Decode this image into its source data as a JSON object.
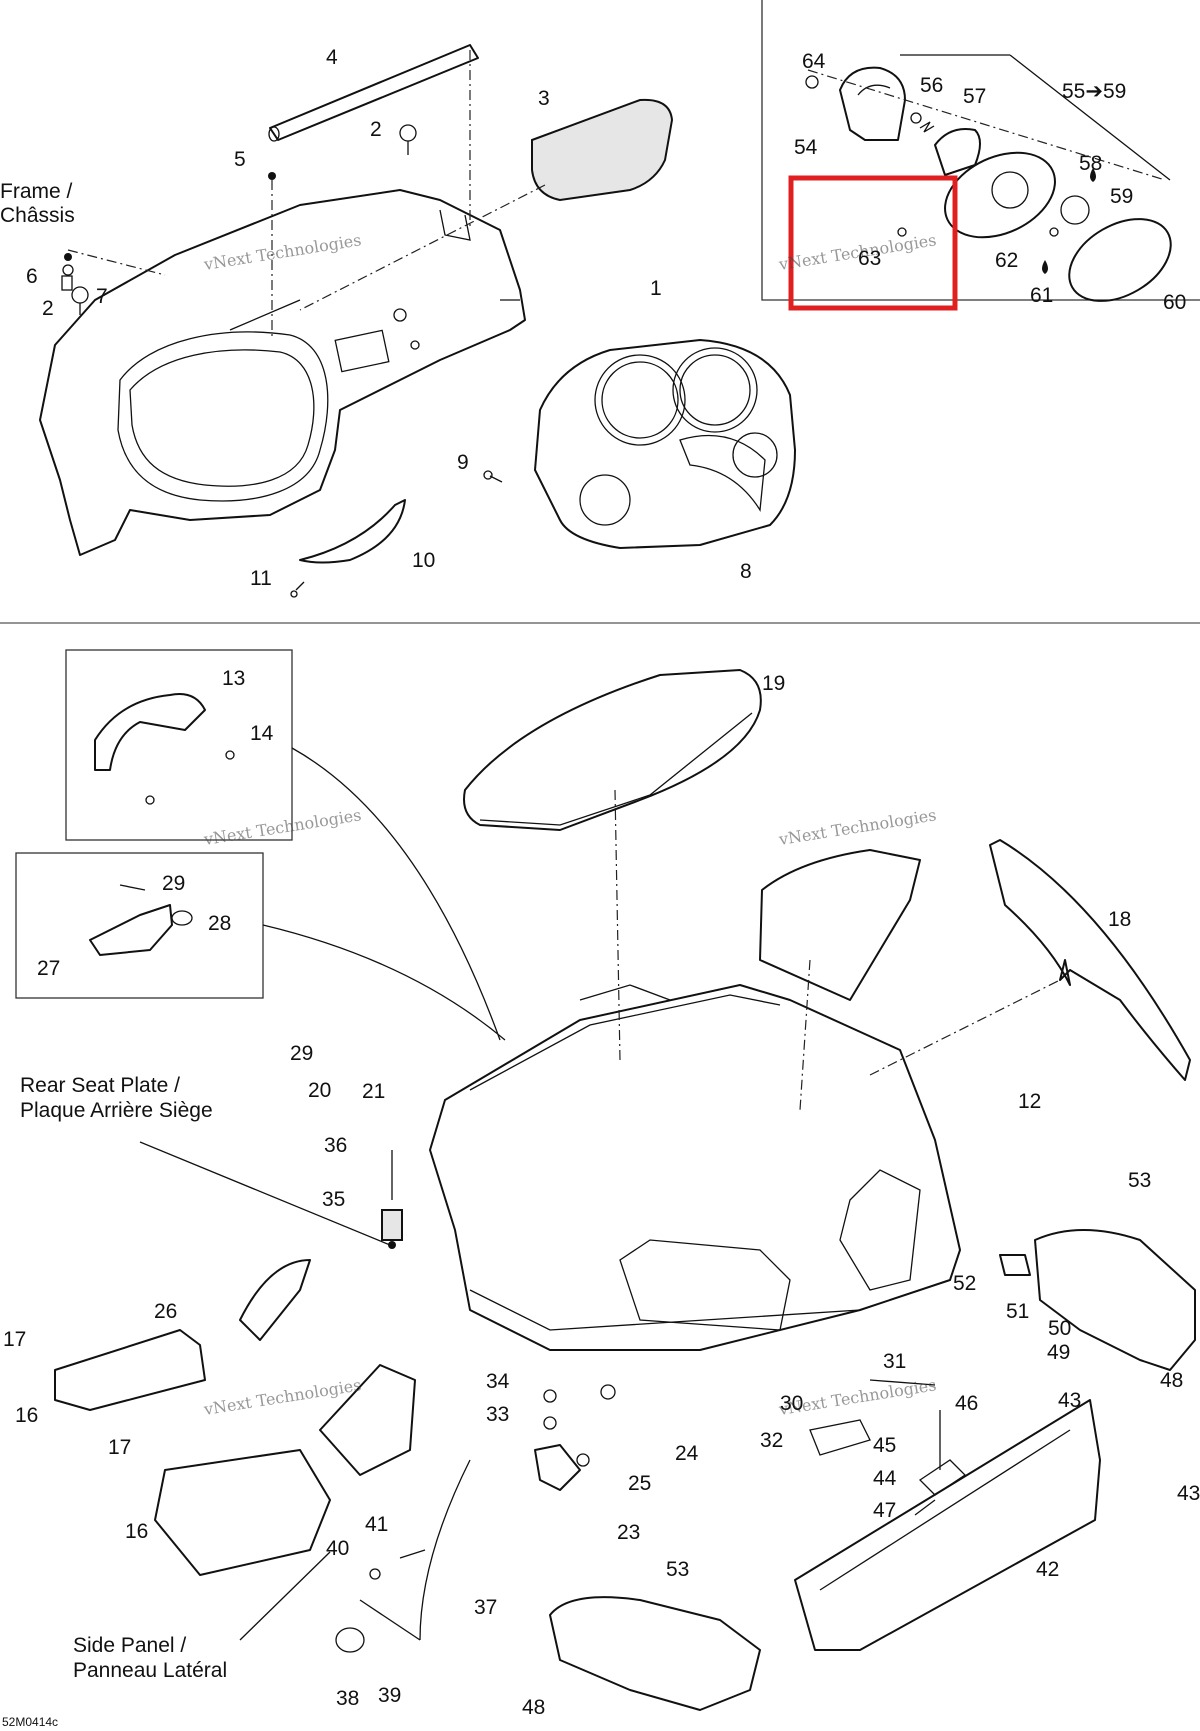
{
  "callouts": [
    "1",
    "2",
    "3",
    "4",
    "5",
    "6",
    "7",
    "8",
    "9",
    "10",
    "11",
    "12",
    "13",
    "14",
    "16",
    "17",
    "18",
    "19",
    "20",
    "21",
    "23",
    "24",
    "25",
    "26",
    "27",
    "28",
    "29",
    "30",
    "31",
    "32",
    "33",
    "34",
    "35",
    "36",
    "37",
    "38",
    "39",
    "40",
    "41",
    "42",
    "43",
    "44",
    "45",
    "46",
    "47",
    "48",
    "49",
    "50",
    "51",
    "52",
    "53",
    "54",
    "56",
    "57",
    "58",
    "59",
    "60",
    "61",
    "62",
    "63",
    "64"
  ],
  "labels": {
    "frame": [
      "Frame /",
      "Châssis"
    ],
    "rear_seat_plate": [
      "Rear Seat Plate /",
      "Plaque Arrière Siège"
    ],
    "side_panel": [
      "Side Panel /",
      "Panneau Latéral"
    ],
    "range": "55➔59"
  },
  "watermark": [
    "vNext Technologies",
    "vNext",
    "Technologies"
  ],
  "drawing_code": "52M0414c",
  "highlight_color": "#e02020"
}
